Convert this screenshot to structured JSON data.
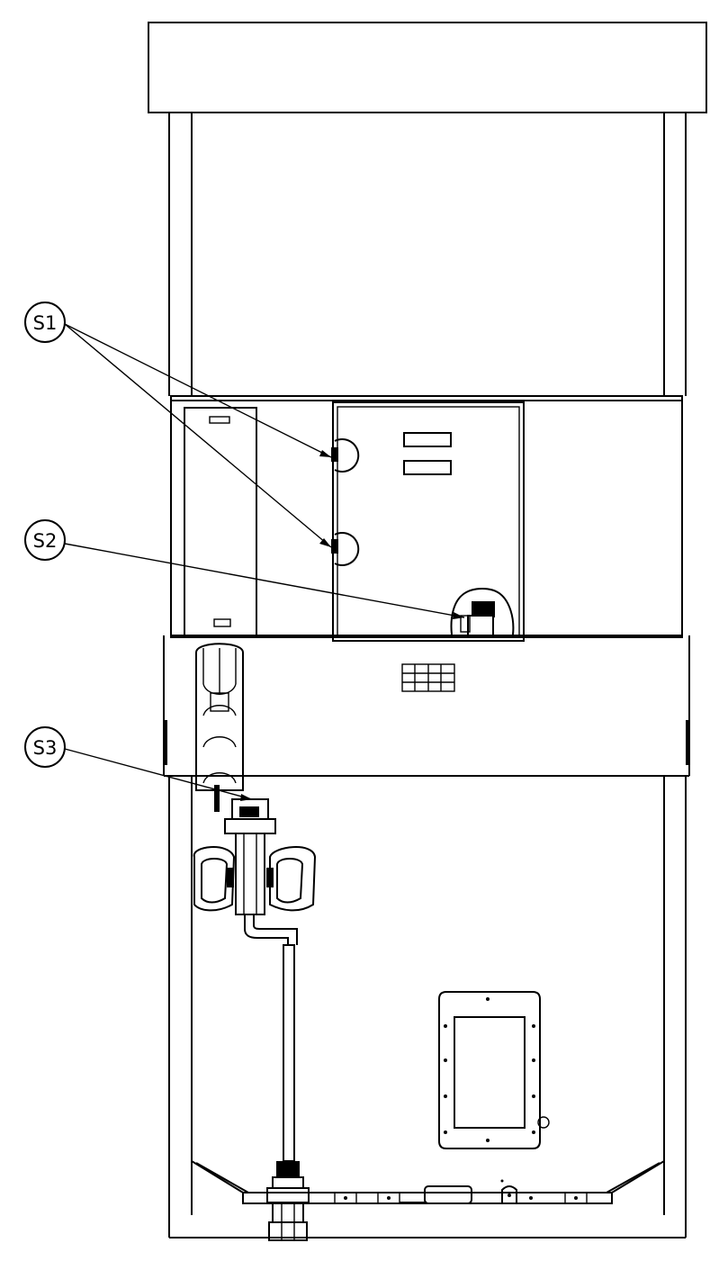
{
  "callouts": [
    {
      "id": "S1",
      "label": "S1"
    },
    {
      "id": "S2",
      "label": "S2"
    },
    {
      "id": "S3",
      "label": "S3"
    }
  ],
  "colors": {
    "line": "#000000",
    "background": "#ffffff"
  }
}
